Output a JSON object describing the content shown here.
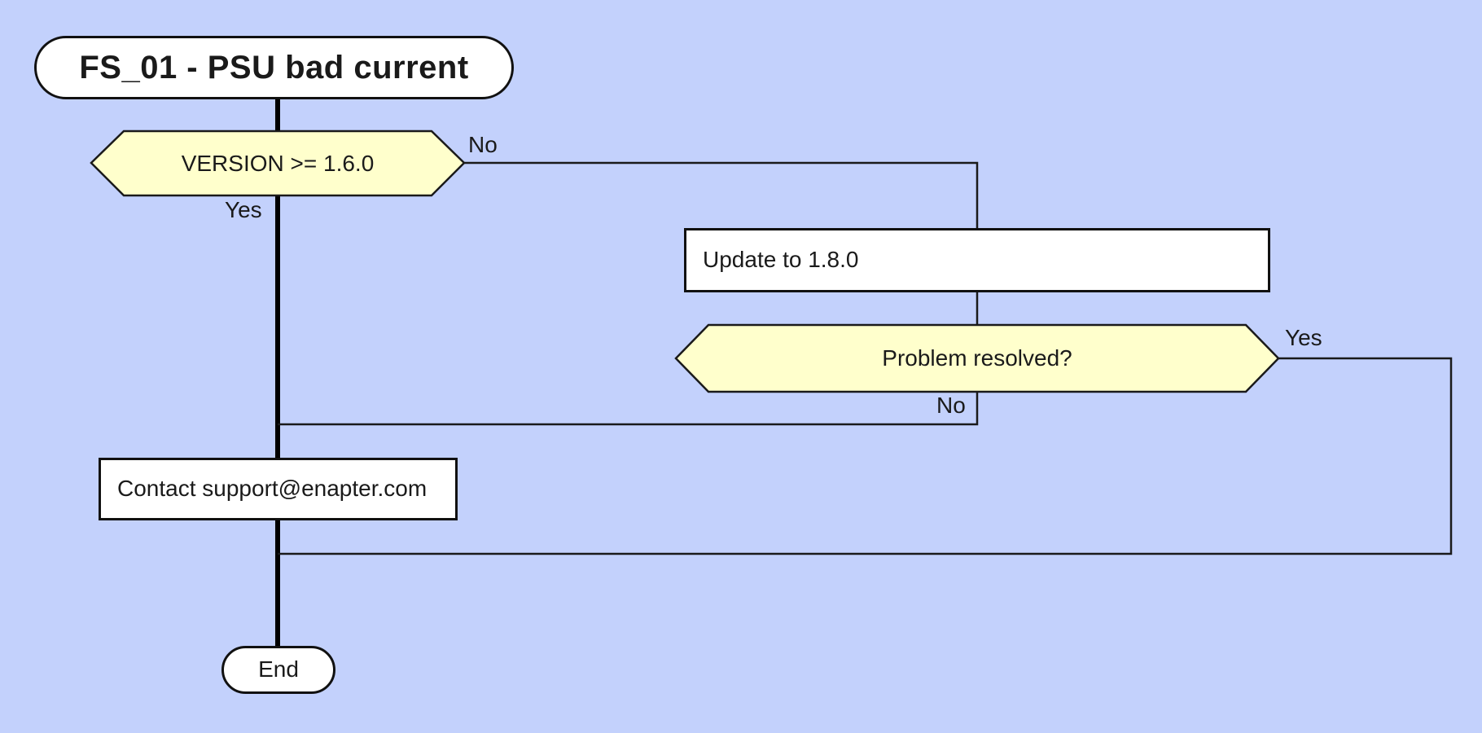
{
  "diagram": {
    "nodes": {
      "start": {
        "label": "FS_01 - PSU bad current",
        "shape": "rounded-start"
      },
      "decision_version": {
        "label": "VERSION >= 1.6.0",
        "shape": "hexagon-decision"
      },
      "process_update": {
        "label": "Update to 1.8.0",
        "shape": "rectangle-process"
      },
      "decision_resolved": {
        "label": "Problem resolved?",
        "shape": "hexagon-decision"
      },
      "process_contact": {
        "label": "Contact support@enapter.com",
        "shape": "rectangle-process"
      },
      "end": {
        "label": "End",
        "shape": "rounded-end"
      }
    },
    "edge_labels": {
      "version_no": "No",
      "version_yes": "Yes",
      "resolved_yes": "Yes",
      "resolved_no": "No"
    },
    "colors": {
      "background": "#c3d1fc",
      "decision_fill": "#ffffcc",
      "node_fill": "#ffffff",
      "main_flow_line": "#000000",
      "branch_line": "#1a1a1a",
      "border": "#111111",
      "text": "#1a1a1a"
    }
  }
}
